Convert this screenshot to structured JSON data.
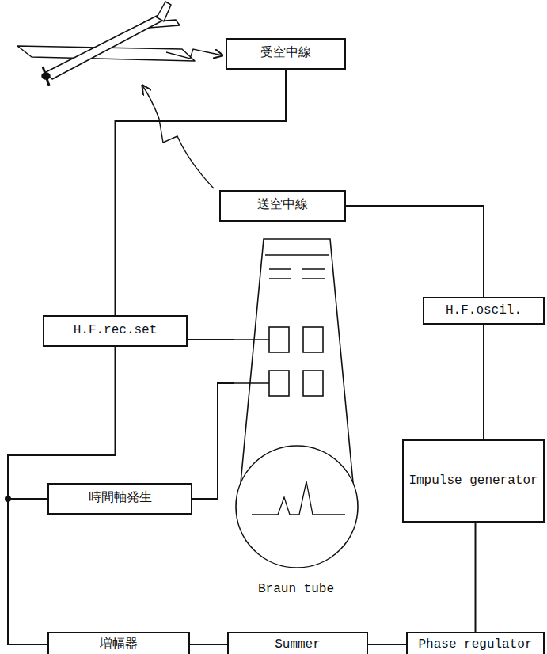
{
  "diagram": {
    "nodes": [
      {
        "text": [
          "受空中線"
        ]
      },
      {
        "text": [
          "送空中線"
        ]
      },
      {
        "text": [
          "Braun tube"
        ]
      },
      {
        "text": [
          "H.F.oscil."
        ]
      },
      {
        "text": [
          "H.F.rec.set"
        ]
      },
      {
        "text": [
          "時間軸発生"
        ]
      },
      {
        "text": [
          "Impulse generator"
        ]
      },
      {
        "text": [
          "増幅器"
        ]
      },
      {
        "text": [
          "Summer"
        ]
      },
      {
        "text": [
          "Phase regulator"
        ]
      }
    ],
    "edges": [
      {
        "from": 0,
        "to": 4,
        "arrow": "none"
      },
      {
        "from": 3,
        "to": 1,
        "arrow": "none"
      },
      {
        "from": 3,
        "to": 6,
        "arrow": "none"
      },
      {
        "from": 6,
        "to": 9,
        "arrow": "none"
      },
      {
        "from": 9,
        "to": 8,
        "arrow": "none"
      },
      {
        "from": 8,
        "to": 7,
        "arrow": "none"
      },
      {
        "from": 7,
        "to": 4,
        "arrow": "none"
      },
      {
        "from": 7,
        "to": 5,
        "arrow": "none"
      },
      {
        "from": 4,
        "to": 2,
        "arrow": "none"
      },
      {
        "from": 5,
        "to": 2,
        "arrow": "none"
      }
    ]
  }
}
